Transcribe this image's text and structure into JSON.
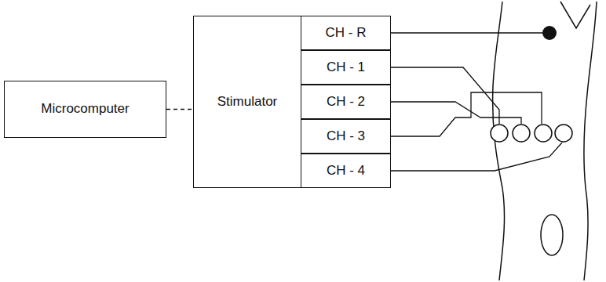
{
  "diagram": {
    "nodes": [
      {
        "text": [
          "Microcomputer"
        ]
      },
      {
        "text": [
          "Stimulator"
        ]
      },
      {
        "text": [
          "CH - R"
        ]
      },
      {
        "text": [
          "CH - 1"
        ]
      },
      {
        "text": [
          "CH - 2"
        ]
      },
      {
        "text": [
          "CH - 3"
        ]
      },
      {
        "text": [
          "CH - 4"
        ]
      }
    ],
    "edges": [
      {
        "from": 0,
        "to": 1,
        "arrow": "none"
      }
    ]
  }
}
